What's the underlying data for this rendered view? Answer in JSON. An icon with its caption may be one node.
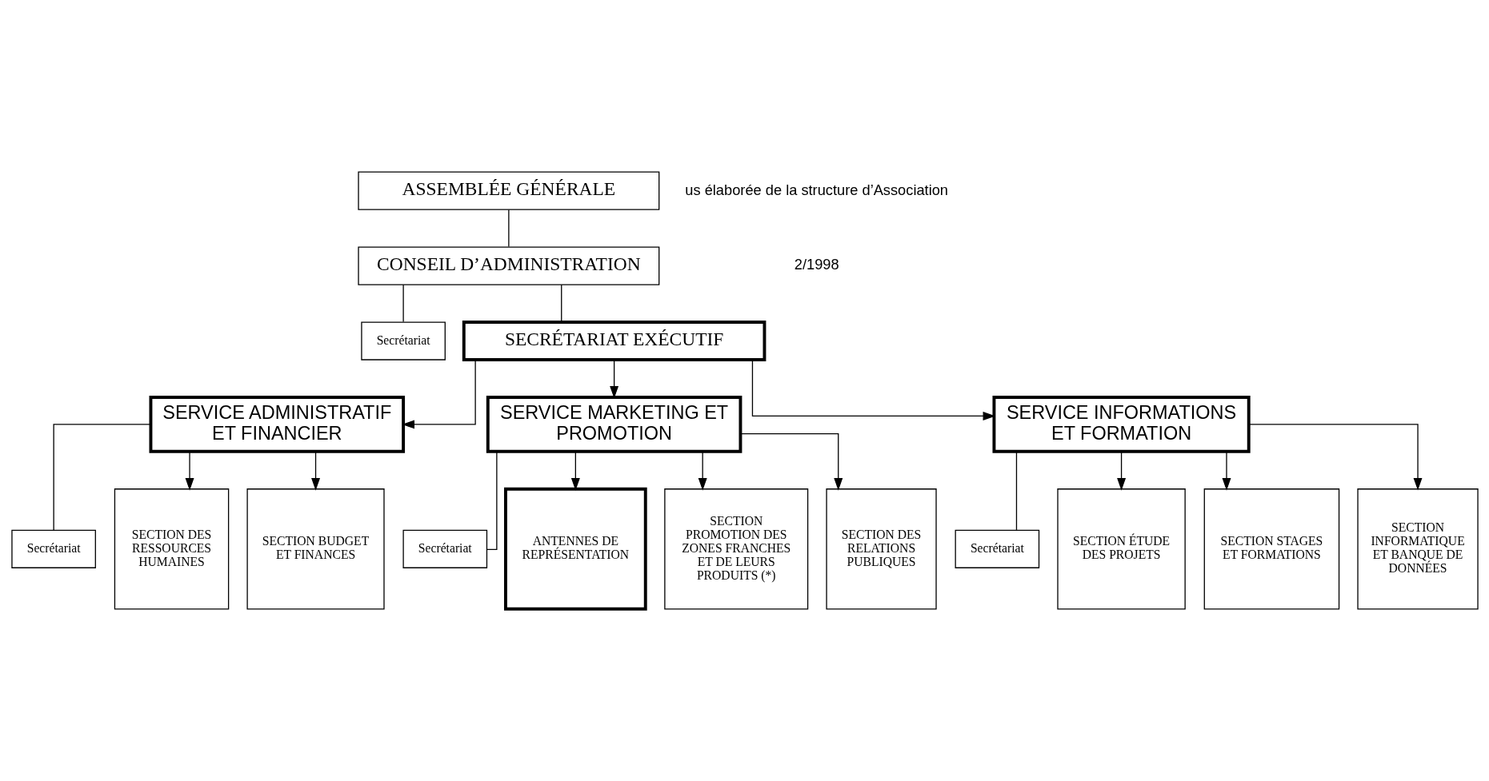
{
  "diagram": {
    "nodes": [
      {
        "text": [
          "ASSEMBLÉE GÉNÉRALE"
        ]
      },
      {
        "text": [
          "CONSEIL D’ADMINISTRATION"
        ]
      },
      {
        "text": [
          "Secrétariat"
        ]
      },
      {
        "text": [
          "SECRÉTARIAT EXÉCUTIF"
        ]
      },
      {
        "text": [
          "SERVICE ADMINISTRATIF ET FINANCIER"
        ]
      },
      {
        "text": [
          "SERVICE MARKETING ET PROMOTION"
        ]
      },
      {
        "text": [
          "SERVICE INFORMATIONS ET FORMATION"
        ]
      },
      {
        "text": [
          "Secrétariat"
        ]
      },
      {
        "text": [
          "Secrétariat"
        ]
      },
      {
        "text": [
          "Secrétariat"
        ]
      },
      {
        "text": [
          "SECTION DES RESSOURCES HUMAINES"
        ]
      },
      {
        "text": [
          "SECTION BUDGET ET FINANCES"
        ]
      },
      {
        "text": [
          "ANTENNES DE REPRÉSENTATION"
        ]
      },
      {
        "text": [
          "SECTION PROMOTION DES ZONES FRANCHES ET DE LEURS PRODUITS (*)"
        ]
      },
      {
        "text": [
          "SECTION DES RELATIONS PUBLIQUES"
        ]
      },
      {
        "text": [
          "SECTION ÉTUDE DES PROJETS"
        ]
      },
      {
        "text": [
          "SECTION STAGES ET FORMATIONS"
        ]
      },
      {
        "text": [
          "SECTION INFORMATIQUE ET BANQUE DE DONNÉES"
        ]
      }
    ],
    "edges": [
      {
        "from": 0,
        "to": 1,
        "arrow": "none"
      },
      {
        "from": 1,
        "to": 3,
        "arrow": "none"
      },
      {
        "from": 1,
        "to": 2,
        "arrow": "none"
      },
      {
        "from": 3,
        "to": 4,
        "arrow": "to"
      },
      {
        "from": 3,
        "to": 5,
        "arrow": "to"
      },
      {
        "from": 3,
        "to": 6,
        "arrow": "to"
      },
      {
        "from": 4,
        "to": 7,
        "arrow": "none"
      },
      {
        "from": 4,
        "to": 10,
        "arrow": "to"
      },
      {
        "from": 4,
        "to": 11,
        "arrow": "to"
      },
      {
        "from": 5,
        "to": 8,
        "arrow": "none"
      },
      {
        "from": 5,
        "to": 12,
        "arrow": "to"
      },
      {
        "from": 5,
        "to": 13,
        "arrow": "to"
      },
      {
        "from": 5,
        "to": 14,
        "arrow": "to"
      },
      {
        "from": 6,
        "to": 9,
        "arrow": "none"
      },
      {
        "from": 6,
        "to": 15,
        "arrow": "to"
      },
      {
        "from": 6,
        "to": 16,
        "arrow": "to"
      },
      {
        "from": 6,
        "to": 17,
        "arrow": "to"
      }
    ],
    "labels": [
      "us élaborée de la structure d’Association",
      "2/1998"
    ]
  }
}
